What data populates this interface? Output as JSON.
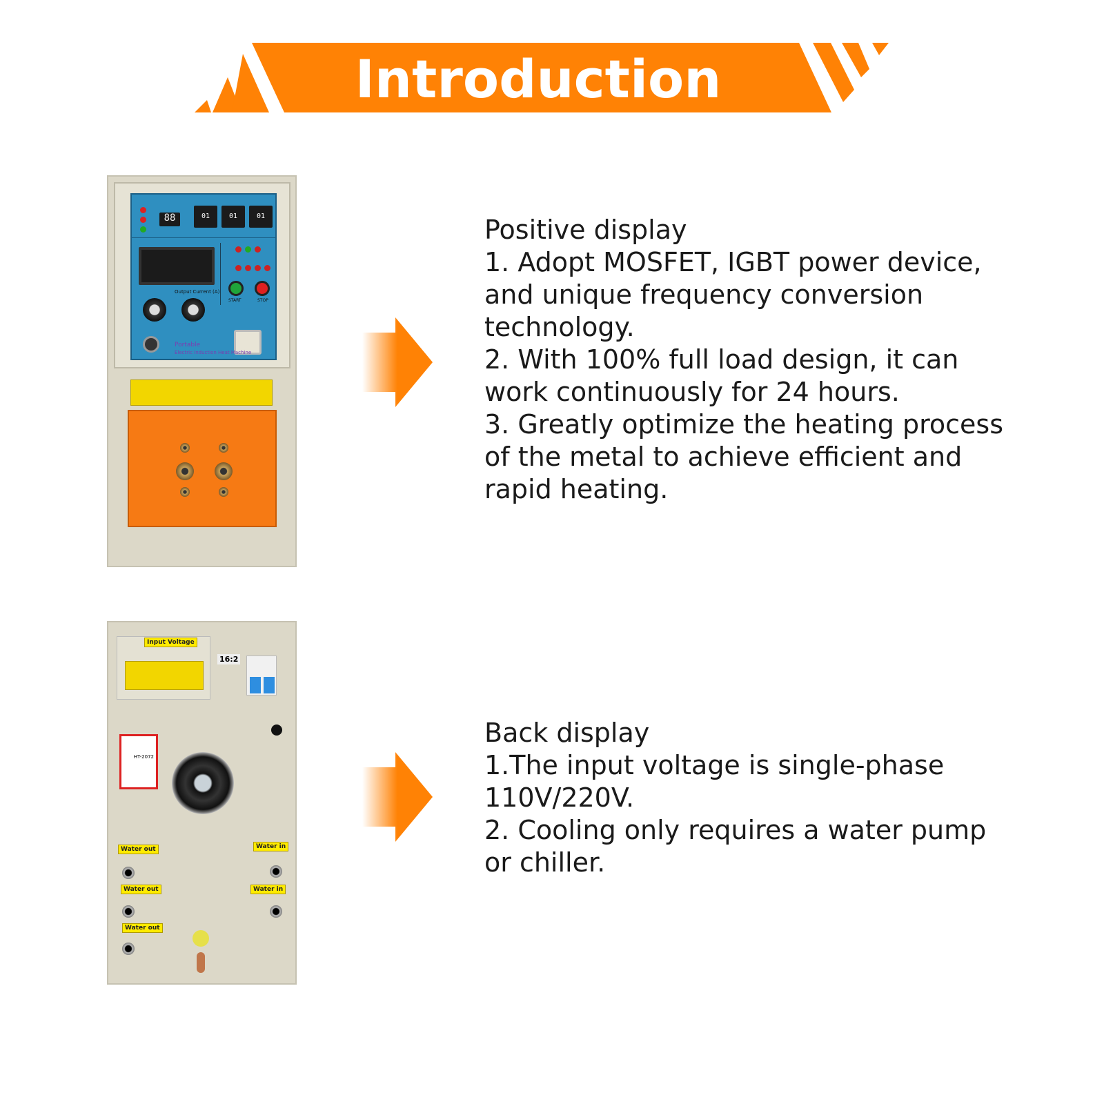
{
  "banner": {
    "title": "Introduction",
    "color": "#FF8205"
  },
  "front": {
    "heading": "Positive display",
    "lines": [
      "1. Adopt MOSFET, IGBT power device,",
      "and unique frequency conversion",
      "technology.",
      "2. With 100% full load design, it can",
      "work continuously for 24 hours.",
      "3. Greatly optimize the heating process",
      "of the metal to achieve efficient and",
      "rapid heating."
    ],
    "photo": {
      "timer_digits": [
        "01",
        "01",
        "01"
      ],
      "time_display": "88",
      "output_current": "Output Current (A)",
      "portable": "Portable",
      "machine_name": "Electric Induction Heat Machine",
      "start": "START",
      "stop": "STOP"
    }
  },
  "back": {
    "heading": "Back display",
    "lines": [
      "1.The input voltage is single-phase",
      "110V/220V.",
      "2. Cooling only requires a water pump",
      "or chiller."
    ],
    "photo": {
      "input_voltage": "Input Voltage",
      "model_tag": "16:2",
      "model": "HT-2072",
      "water_out": "Water out",
      "water_in": "Water in"
    }
  },
  "colors": {
    "accent": "#FF8205",
    "panel": "#2F8FC0",
    "cabinet": "#DCD8C8"
  }
}
